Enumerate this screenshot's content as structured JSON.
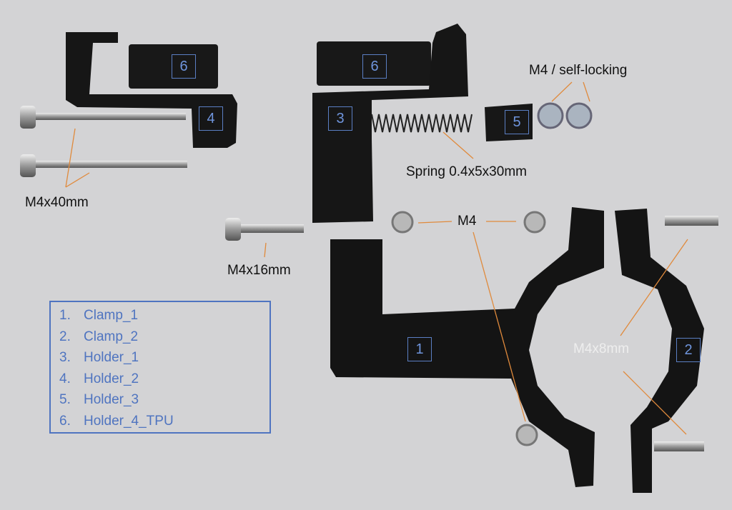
{
  "annotations": {
    "self_locking": "M4 / self-locking",
    "spring": "Spring 0.4x5x30mm",
    "m4x40": "M4x40mm",
    "m4x16": "M4x16mm",
    "m4": "M4",
    "m4x8": "M4x8mm"
  },
  "part_numbers": {
    "holder4_left": "6",
    "holder4_right": "6",
    "holder2": "4",
    "holder1": "3",
    "holder3": "5",
    "clamp1": "1",
    "clamp2": "2"
  },
  "legend": [
    {
      "n": "1.",
      "label": "Clamp_1"
    },
    {
      "n": "2.",
      "label": "Clamp_2"
    },
    {
      "n": "3.",
      "label": "Holder_1"
    },
    {
      "n": "4.",
      "label": "Holder_2"
    },
    {
      "n": "5.",
      "label": "Holder_3"
    },
    {
      "n": "6.",
      "label": "Holder_4_TPU"
    }
  ],
  "colors": {
    "background": "#d3d3d5",
    "parts": "#151515",
    "arrow": "#e08a3c",
    "legend": "#4f74c0"
  }
}
